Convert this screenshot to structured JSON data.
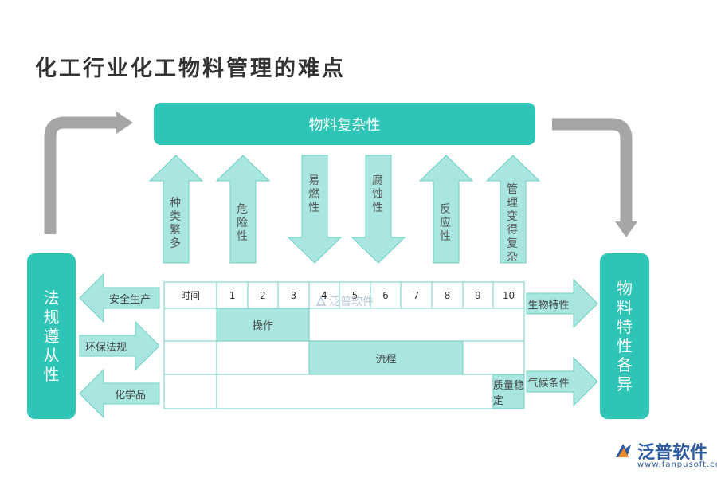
{
  "title": "化工行业化工物料管理的难点",
  "top_box": "物料复杂性",
  "left_box": [
    "法",
    "规",
    "遵",
    "从",
    "性"
  ],
  "right_box": [
    "物",
    "料",
    "特",
    "性",
    "各",
    "异"
  ],
  "vertical_arrows": [
    {
      "direction": "up",
      "chars": [
        "种",
        "类",
        "繁",
        "多"
      ]
    },
    {
      "direction": "up",
      "chars": [
        "危",
        "险",
        "性"
      ]
    },
    {
      "direction": "down",
      "chars": [
        "易",
        "燃",
        "性"
      ]
    },
    {
      "direction": "down",
      "chars": [
        "腐",
        "蚀",
        "性"
      ]
    },
    {
      "direction": "up",
      "chars": [
        "反",
        "应",
        "性"
      ]
    },
    {
      "direction": "up",
      "chars": [
        "管",
        "理",
        "变",
        "得",
        "复",
        "杂"
      ]
    }
  ],
  "left_arrows": [
    {
      "direction": "left",
      "label": "安全生产"
    },
    {
      "direction": "right",
      "label": "环保法规"
    },
    {
      "direction": "left",
      "label": "化学品"
    }
  ],
  "right_arrows": [
    {
      "label": "生物特性"
    },
    {
      "label": "气候条件"
    }
  ],
  "timeline": {
    "header": [
      "时间",
      "1",
      "2",
      "3",
      "4",
      "5",
      "6",
      "7",
      "8",
      "9",
      "10"
    ],
    "bars": [
      {
        "label": "操作",
        "row": 1,
        "start": 1,
        "end": 3
      },
      {
        "label": "流程",
        "row": 2,
        "start": 4,
        "end": 8
      },
      {
        "label": "质量稳定",
        "row": 3,
        "start": 10,
        "end": 10
      }
    ]
  },
  "watermark": "泛普软件",
  "logo": {
    "text": "泛普软件",
    "url": "www.fanpusoft.com"
  },
  "colors": {
    "teal": "#2ec4b6",
    "light_teal": "#a8e6df",
    "gray_arrow": "#a6a6a6",
    "grid_line": "#6fcfc3"
  }
}
